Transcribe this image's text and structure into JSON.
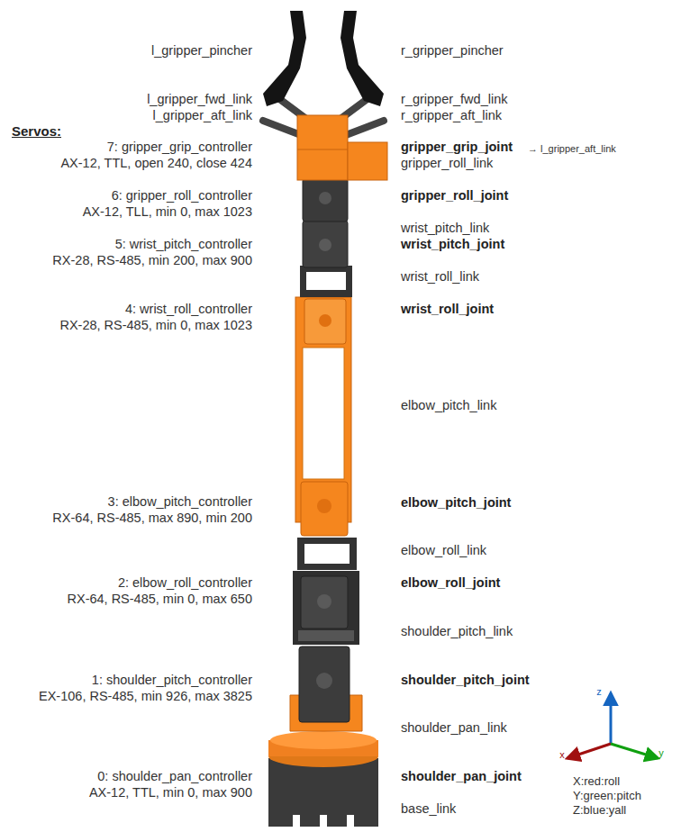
{
  "diagram": {
    "labels": [
      "l_gripper_pincher",
      "r_gripper_pincher",
      "l_gripper_fwd_link",
      "r_gripper_fwd_link",
      "l_gripper_aft_link",
      "r_gripper_aft_link",
      "Servos:",
      "7: gripper_grip_controller",
      "gripper_grip_joint",
      "→ l_gripper_aft_link",
      "AX-12, TTL, open 240, close 424",
      "gripper_roll_link",
      "6: gripper_roll_controller",
      "gripper_roll_joint",
      "AX-12, TLL, min 0, max 1023",
      "wrist_pitch_link",
      "5: wrist_pitch_controller",
      "wrist_pitch_joint",
      "RX-28, RS-485, min 200, max 900",
      "wrist_roll_link",
      "4: wrist_roll_controller",
      "wrist_roll_joint",
      "RX-28, RS-485, min 0, max 1023",
      "elbow_pitch_link",
      "3: elbow_pitch_controller",
      "elbow_pitch_joint",
      "RX-64, RS-485, max 890, min 200",
      "elbow_roll_link",
      "2: elbow_roll_controller",
      "elbow_roll_joint",
      "RX-64, RS-485, min 0, max 650",
      "shoulder_pitch_link",
      "1: shoulder_pitch_controller",
      "shoulder_pitch_joint",
      "EX-106, RS-485, min 926, max 3825",
      "z",
      "shoulder_pan_link",
      "x",
      "y",
      "0: shoulder_pan_controller",
      "shoulder_pan_joint",
      "X:red:roll",
      "AX-12, TTL, min 0, max 900",
      "Y:green:pitch",
      "base_link",
      "Z:blue:yall"
    ]
  }
}
